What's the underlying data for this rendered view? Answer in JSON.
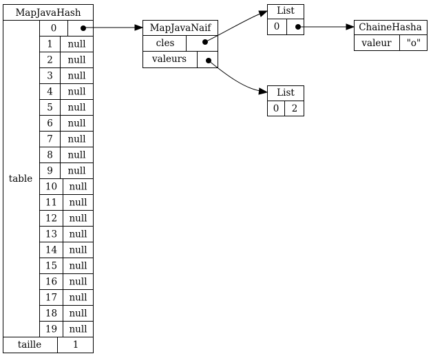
{
  "map_java_hash": {
    "title": "MapJavaHash",
    "table_label": "table",
    "rows": [
      {
        "index": "0",
        "value": ""
      },
      {
        "index": "1",
        "value": "null"
      },
      {
        "index": "2",
        "value": "null"
      },
      {
        "index": "3",
        "value": "null"
      },
      {
        "index": "4",
        "value": "null"
      },
      {
        "index": "5",
        "value": "null"
      },
      {
        "index": "6",
        "value": "null"
      },
      {
        "index": "7",
        "value": "null"
      },
      {
        "index": "8",
        "value": "null"
      },
      {
        "index": "9",
        "value": "null"
      },
      {
        "index": "10",
        "value": "null"
      },
      {
        "index": "11",
        "value": "null"
      },
      {
        "index": "12",
        "value": "null"
      },
      {
        "index": "13",
        "value": "null"
      },
      {
        "index": "14",
        "value": "null"
      },
      {
        "index": "15",
        "value": "null"
      },
      {
        "index": "16",
        "value": "null"
      },
      {
        "index": "17",
        "value": "null"
      },
      {
        "index": "18",
        "value": "null"
      },
      {
        "index": "19",
        "value": "null"
      }
    ],
    "size_label": "taille",
    "size_value": "1"
  },
  "map_java_naif": {
    "title": "MapJavaNaif",
    "fields": [
      {
        "label": "cles"
      },
      {
        "label": "valeurs"
      }
    ]
  },
  "list_cles": {
    "title": "List",
    "index": "0",
    "value": ""
  },
  "list_valeurs": {
    "title": "List",
    "index": "0",
    "value": "2"
  },
  "chaine_hasha": {
    "title": "ChaineHasha",
    "field_label": "valeur",
    "field_value": "\"o\""
  }
}
